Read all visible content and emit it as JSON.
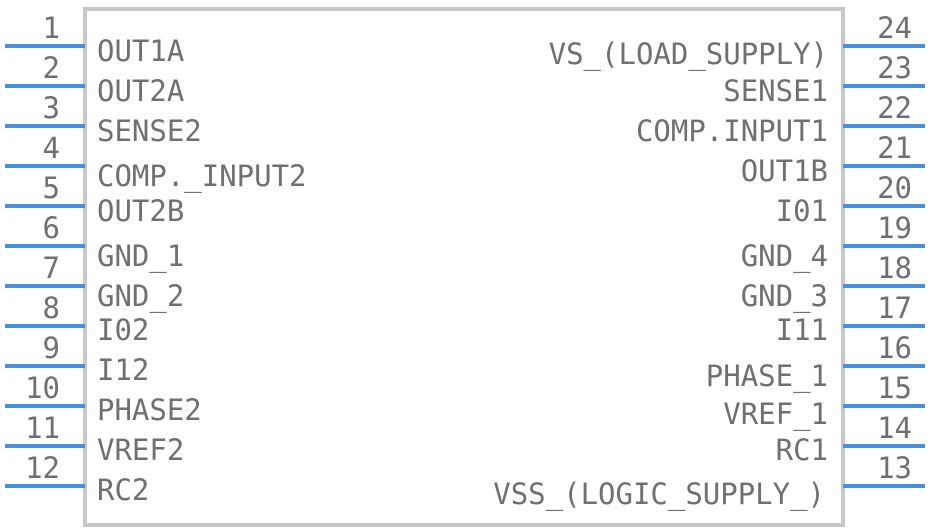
{
  "component": {
    "body_color": "#c8c8c8",
    "pin_color": "#4a8ee0",
    "text_color": "#707070"
  },
  "left_pins": [
    {
      "number": "1",
      "label": "OUT1A"
    },
    {
      "number": "2",
      "label": "OUT2A"
    },
    {
      "number": "3",
      "label": "SENSE2"
    },
    {
      "number": "4",
      "label": "COMP._INPUT2"
    },
    {
      "number": "5",
      "label": "OUT2B"
    },
    {
      "number": "6",
      "label": "GND_1"
    },
    {
      "number": "7",
      "label": "GND_2"
    },
    {
      "number": "8",
      "label": "I02"
    },
    {
      "number": "9",
      "label": "I12"
    },
    {
      "number": "10",
      "label": "PHASE2"
    },
    {
      "number": "11",
      "label": "VREF2"
    },
    {
      "number": "12",
      "label": "RC2"
    }
  ],
  "right_pins": [
    {
      "number": "24",
      "label": "VS_(LOAD_SUPPLY)"
    },
    {
      "number": "23",
      "label": "SENSE1"
    },
    {
      "number": "22",
      "label": "COMP.INPUT1"
    },
    {
      "number": "21",
      "label": "OUT1B"
    },
    {
      "number": "20",
      "label": "I01"
    },
    {
      "number": "19",
      "label": ""
    },
    {
      "number": "18",
      "label": "GND_4"
    },
    {
      "number": "17",
      "label": "GND_3"
    },
    {
      "number": "16",
      "label": "I11"
    },
    {
      "number": "15",
      "label": "PHASE_1"
    },
    {
      "number": "14",
      "label": "VREF_1"
    },
    {
      "number": "13",
      "label": "RC1"
    }
  ],
  "bottom_right_label": "VSS_(LOGIC_SUPPLY_)"
}
